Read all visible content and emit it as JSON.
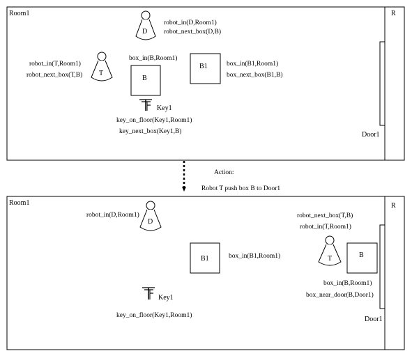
{
  "top_state": {
    "room_label": "Room1",
    "right_room_label": "R",
    "door_label": "Door1",
    "robot_d": {
      "letter": "D",
      "facts": [
        "robot_in(D,Room1)",
        "robot_next_box(D,B)"
      ]
    },
    "robot_t": {
      "letter": "T",
      "facts": [
        "robot_in(T,Room1)",
        "robot_next_box(T,B)"
      ]
    },
    "box_b": {
      "letter": "B",
      "fact": "box_in(B,Room1)"
    },
    "box_b1": {
      "letter": "B1",
      "facts": [
        "box_in(B1,Room1)",
        "box_next_box(B1,B)"
      ]
    },
    "key": {
      "label": "Key1",
      "facts": [
        "key_on_floor(Key1,Room1)",
        "key_next_box(Key1,B)"
      ]
    }
  },
  "action": {
    "title": "Action:",
    "text": "Robot T push box B to Door1"
  },
  "bottom_state": {
    "room_label": "Room1",
    "right_room_label": "R",
    "door_label": "Door1",
    "robot_d": {
      "letter": "D",
      "fact": "robot_in(D,Room1)"
    },
    "robot_t": {
      "letter": "T",
      "facts": [
        "robot_next_box(T,B)",
        "robot_in(T,Room1)"
      ]
    },
    "box_b": {
      "letter": "B",
      "facts": [
        "box_in(B,Room1)",
        "box_near_door(B,Door1)"
      ]
    },
    "box_b1": {
      "letter": "B1",
      "fact": "box_in(B1,Room1)"
    },
    "key": {
      "label": "Key1",
      "fact": "key_on_floor(Key1,Room1)"
    }
  }
}
